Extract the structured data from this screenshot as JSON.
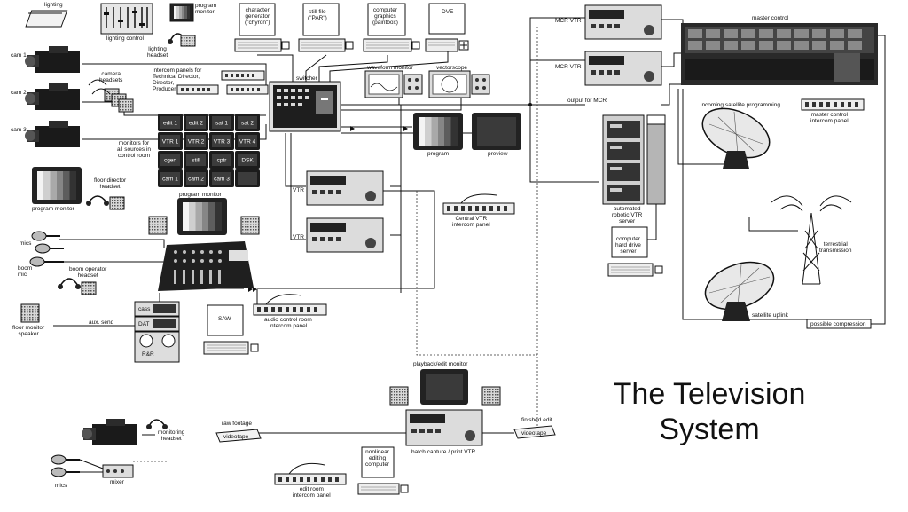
{
  "title_line1": "The Television",
  "title_line2": "System",
  "labels": {
    "lighting": "lighting",
    "lighting_control": "lighting control",
    "program_monitor_top": "program\nmonitor",
    "lighting_headset": "lighting\nheadset",
    "cam1": "cam 1",
    "cam2": "cam 2",
    "cam3": "cam 3",
    "camera_headsets": "camera\nheadsets",
    "intercom_panels": "intercom panels for\nTechnical Director,\nDirector,\nProducer",
    "monitors_all_sources": "monitors for\nall sources in\ncontrol room",
    "program_monitor_left": "program monitor",
    "floor_director_headset": "floor director\nheadset",
    "program_monitor_mid": "program monitor",
    "char_gen": "character\ngenerator\n(\"chyron\")",
    "still_file": "still file\n(\"PAR\")",
    "computer_graphics": "computer\ngraphics\n(paintbox)",
    "dve_screen": "DVE",
    "switcher": "switcher",
    "waveform_monitor": "waveform monitor",
    "vectorscope": "vectorscope",
    "program": "program",
    "preview": "preview",
    "vtr1": "VTR",
    "vtr2": "VTR",
    "central_vtr_intercom": "Central VTR\nintercom panel",
    "mics_left": "mics",
    "boom_mic": "boom\nmic",
    "boom_operator_headset": "boom operator\nheadset",
    "aux_send": "aux. send",
    "floor_monitor_speaker": "floor monitor\nspeaker",
    "cass": "cass",
    "dat": "DAT",
    "rr": "R&R",
    "saw": "SAW",
    "audio_control_intercom": "audio control room\nintercom panel",
    "mcr_vtr1": "MCR VTR",
    "mcr_vtr2": "MCR VTR",
    "output_for_mcr": "output for MCR",
    "master_control": "master control",
    "incoming_satellite": "incoming satellite programming",
    "master_control_intercom": "master control\nintercom panel",
    "automated_vtr": "automated\nrobotic VTR\nserver",
    "computer_hard_drive": "computer\nhard drive\nserver",
    "terrestrial_transmission": "terrestrial\ntransmission",
    "satellite_uplink": "satellite uplink",
    "possible_compression": "possible compression",
    "playback_edit_monitor": "playback/edit monitor",
    "raw_footage": "raw footage",
    "videotape1": "videotape",
    "finished_edit": "finished edit",
    "videotape2": "videotape",
    "monitoring_headset": "monitoring\nheadset",
    "batch_capture": "batch capture / print VTR",
    "nonlinear_editing": "nonlinear\nediting\ncomputer",
    "mics_bottom": "mics",
    "mixer": "mixer",
    "edit_room_intercom": "edit room\nintercom panel"
  },
  "source_monitors": [
    "edit 1",
    "edit 2",
    "sat 1",
    "sat 2",
    "VTR 1",
    "VTR 2",
    "VTR 3",
    "VTR 4",
    "cgen",
    "still",
    "cptr",
    "DSK",
    "cam 1",
    "cam 2",
    "cam 3",
    ""
  ]
}
